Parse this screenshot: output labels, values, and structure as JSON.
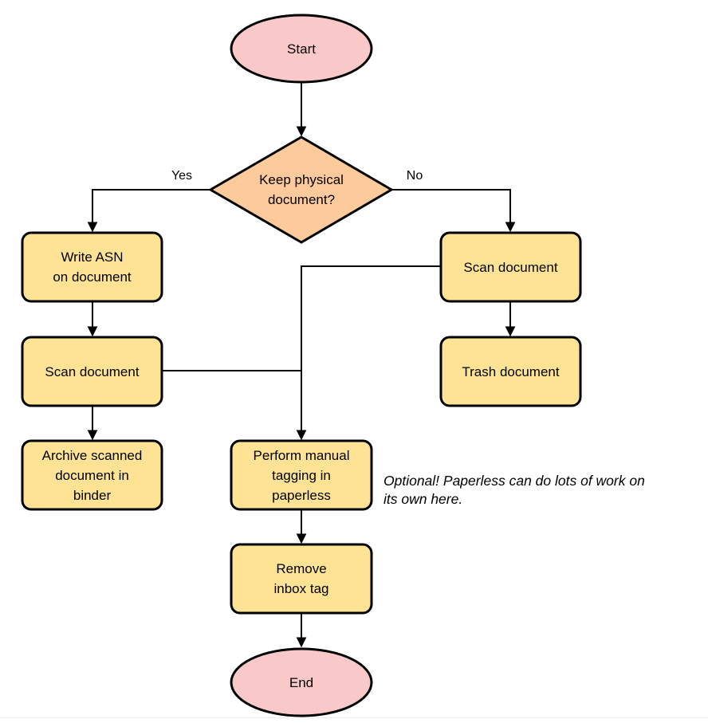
{
  "diagram": {
    "type": "flowchart",
    "nodes": {
      "start": {
        "label": "Start"
      },
      "decision": {
        "label": [
          "Keep physical",
          "document?"
        ]
      },
      "write_asn": {
        "label": [
          "Write ASN",
          "on document"
        ]
      },
      "scan_left": {
        "label": "Scan document"
      },
      "archive": {
        "label": [
          "Archive scanned",
          "document in",
          "binder"
        ]
      },
      "scan_right": {
        "label": "Scan document"
      },
      "trash": {
        "label": "Trash document"
      },
      "tagging": {
        "label": [
          "Perform manual",
          "tagging in",
          "paperless"
        ]
      },
      "remove_inbox": {
        "label": [
          "Remove",
          "inbox tag"
        ]
      },
      "end": {
        "label": "End"
      }
    },
    "edge_labels": {
      "yes": "Yes",
      "no": "No"
    },
    "annotation": {
      "text": [
        "Optional! Paperless can do lots of work on",
        "its own here."
      ]
    },
    "colors": {
      "terminator_fill": "#F9C9CA",
      "decision_fill": "#FDCA9C",
      "process_fill": "#FFE395",
      "stroke": "#000000"
    }
  }
}
